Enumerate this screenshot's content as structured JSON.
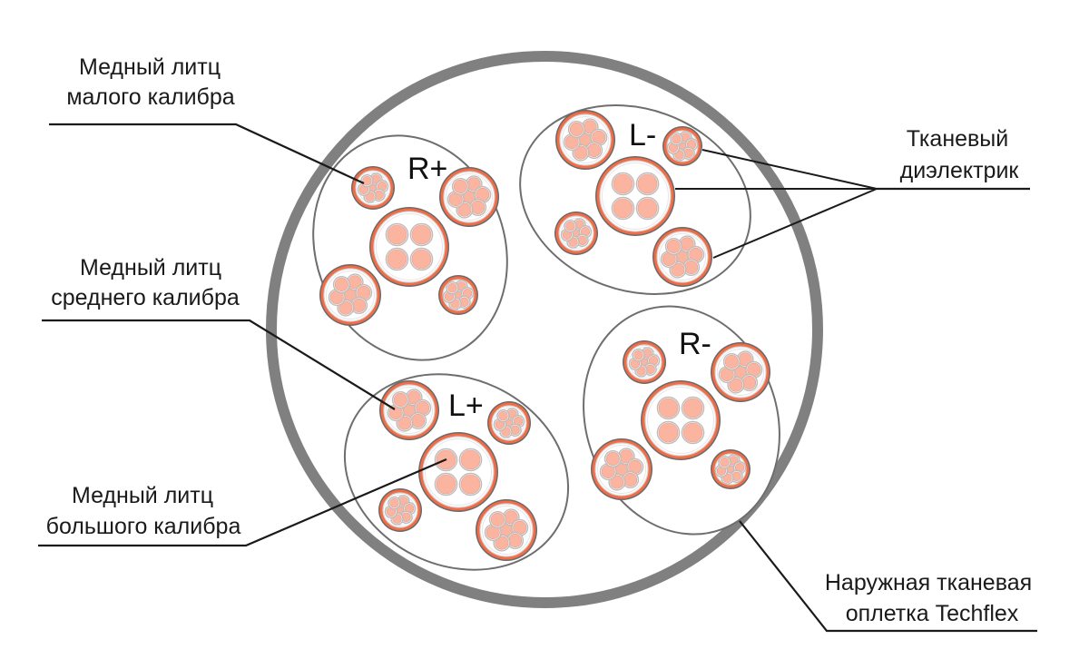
{
  "title": "Cable cross-section: four twisted groups in Techflex sleeve",
  "colors": {
    "outer_sleeve": "#808080",
    "group_outline": "#6e6e6e",
    "cable_outer": "#6a6a6a",
    "jacket_orange": "#f26c45",
    "dielectric": "#ffffff",
    "dielectric_ring": "#d4d4d4",
    "strand_fill": "#fbb4a0",
    "strand_ring": "#bdbdbd",
    "leader_line": "#1a1a1a",
    "text": "#1a1a1a"
  },
  "groups": [
    {
      "id": "r-plus",
      "label": "R+",
      "cables": [
        "small",
        "medium",
        "large",
        "medium",
        "small"
      ]
    },
    {
      "id": "l-minus",
      "label": "L-",
      "cables": [
        "medium",
        "small",
        "large",
        "small",
        "medium"
      ]
    },
    {
      "id": "l-plus",
      "label": "L+",
      "cables": [
        "medium",
        "small",
        "large",
        "small",
        "medium"
      ]
    },
    {
      "id": "r-minus",
      "label": "R-",
      "cables": [
        "small",
        "medium",
        "large",
        "medium",
        "small"
      ]
    }
  ],
  "callouts": {
    "small_gauge": {
      "line1": "Медный литц",
      "line2": "малого калибра"
    },
    "medium_gauge": {
      "line1": "Медный литц",
      "line2": "среднего калибра"
    },
    "large_gauge": {
      "line1": "Медный литц",
      "line2": "большого калибра"
    },
    "dielectric": {
      "line1": "Тканевый",
      "line2": "диэлектрик"
    },
    "outer_sleeve": {
      "line1": "Наружная тканевая",
      "line2": "оплетка Techflex"
    }
  }
}
